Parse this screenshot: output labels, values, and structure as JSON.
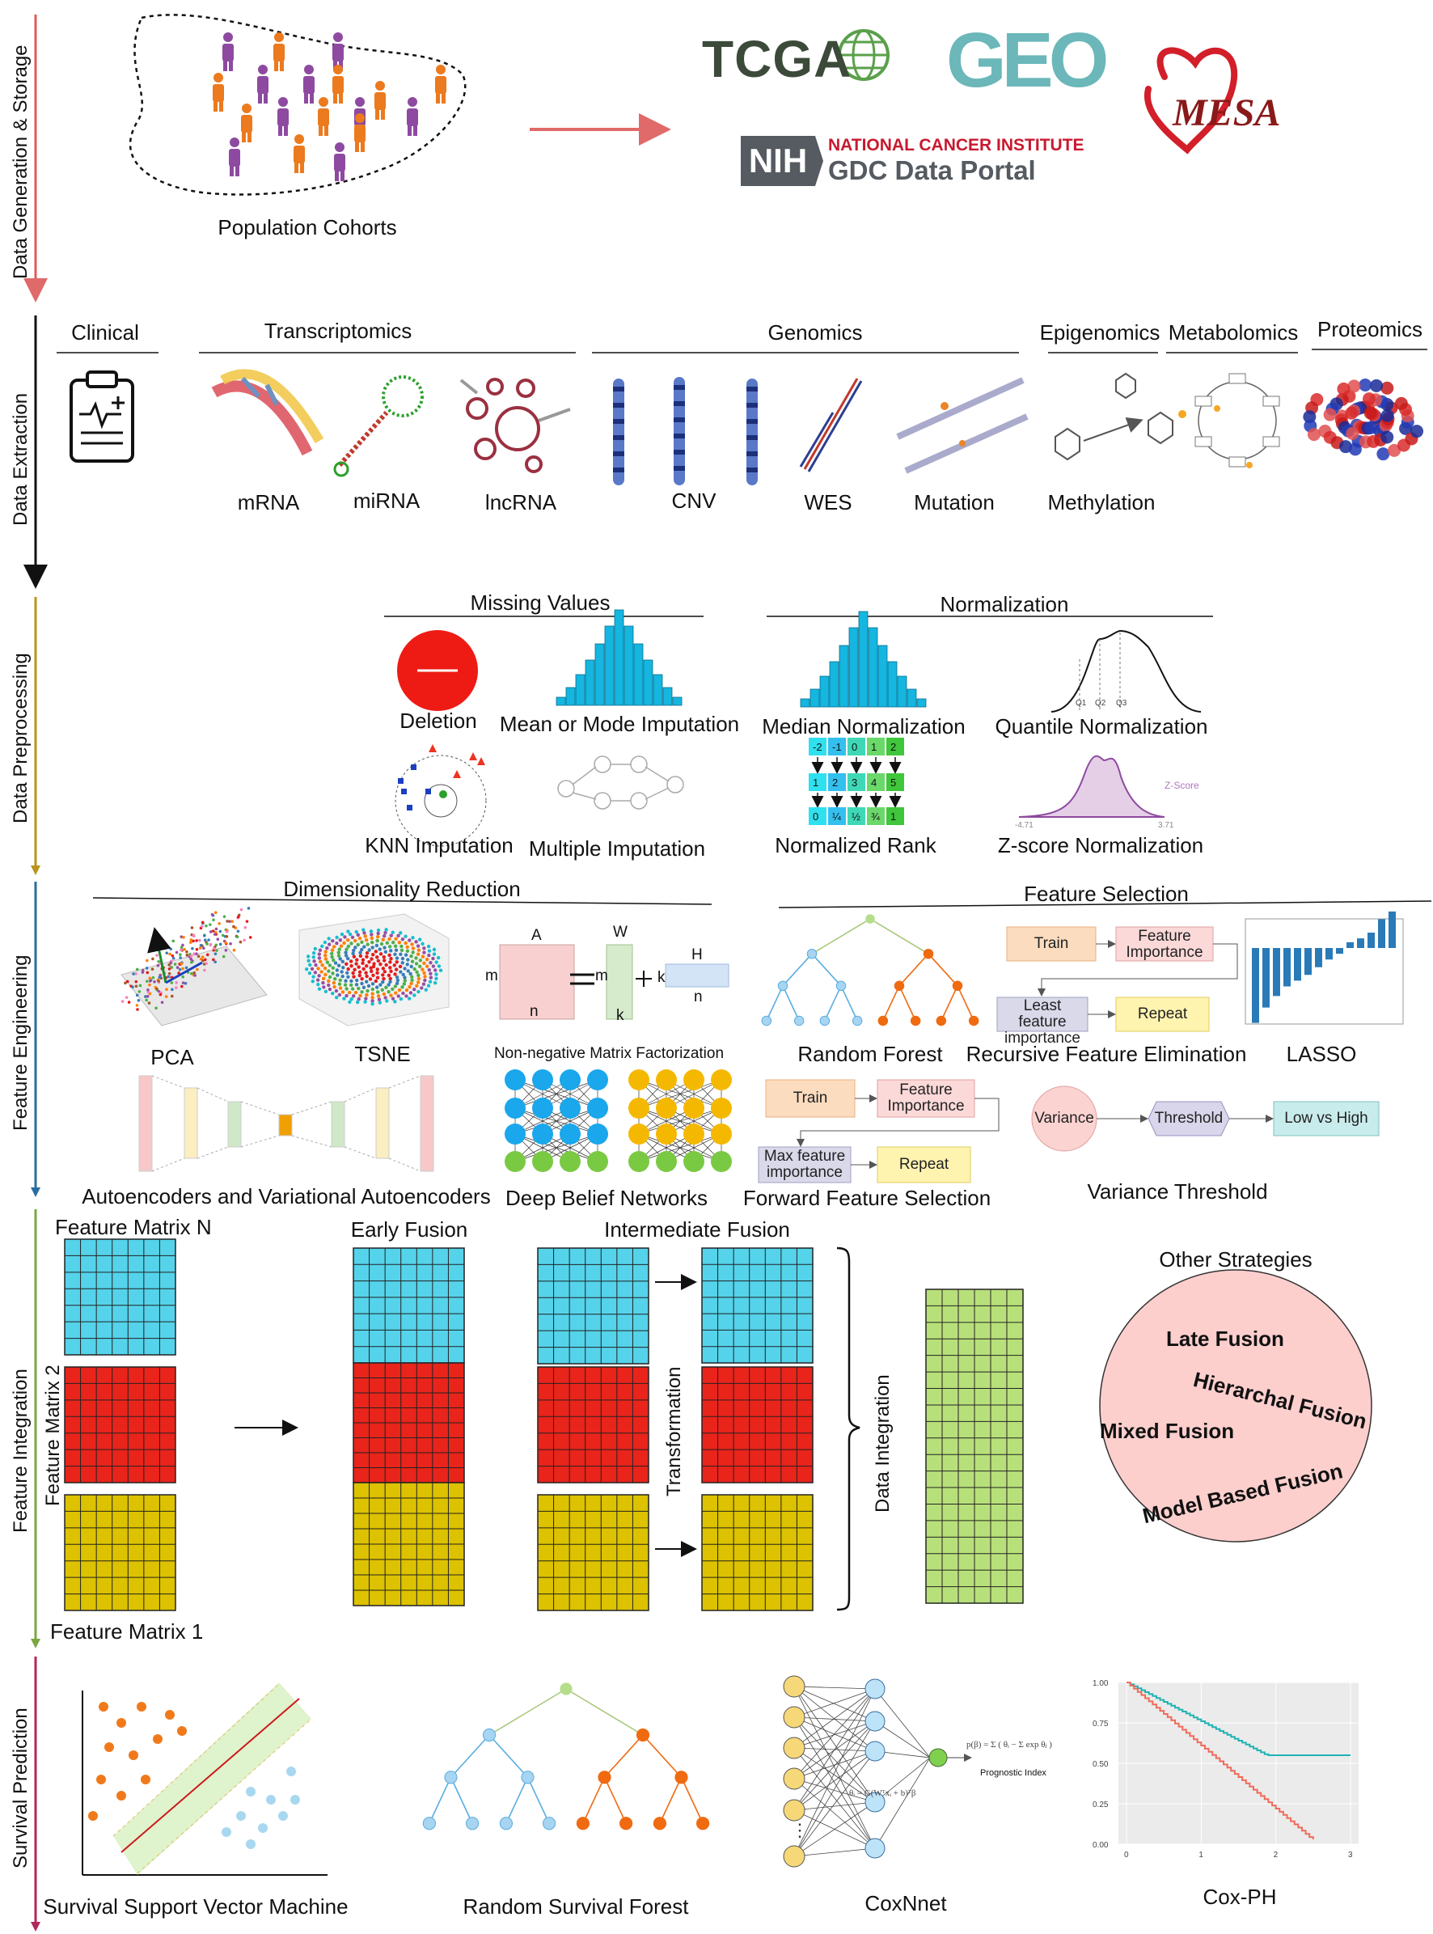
{
  "stages": {
    "s1": "Data Generation & Storage",
    "s2": "Data Extraction",
    "s3": "Data Preprocessing",
    "s4": "Feature Engineering",
    "s5": "Feature Integration",
    "s6": "Survival Prediction"
  },
  "generation": {
    "cohorts_label": "Population Cohorts",
    "logos": {
      "tcga": "TCGA",
      "geo": "GEO",
      "mesa": "MESA",
      "nih": "NIH",
      "nci_line1": "NATIONAL CANCER INSTITUTE",
      "nci_line2": "GDC Data Portal"
    }
  },
  "extraction": {
    "clinical": "Clinical",
    "transcriptomics": "Transcriptomics",
    "genomics": "Genomics",
    "epigenomics": "Epigenomics",
    "metabolomics": "Metabolomics",
    "proteomics": "Proteomics",
    "mrna": "mRNA",
    "mirna": "miRNA",
    "lncrna": "lncRNA",
    "cnv": "CNV",
    "wes": "WES",
    "mutation": "Mutation",
    "methylation": "Methylation"
  },
  "preprocessing": {
    "missing_values": "Missing Values",
    "normalization": "Normalization",
    "deletion": "Deletion",
    "mean_mode": "Mean or Mode Imputation",
    "median_norm": "Median Normalization",
    "quantile_norm": "Quantile Normalization",
    "knn": "KNN Imputation",
    "multiple": "Multiple Imputation",
    "normalized_rank": "Normalized Rank",
    "zscore_norm": "Z-score Normalization",
    "quantile_ticks": [
      "Q1",
      "Q2",
      "Q3"
    ],
    "zscore_label": "Z-Score",
    "zscore_left": "-4.71",
    "zscore_right": "3.71",
    "rank_rows": [
      [
        "-2",
        "-1",
        "0",
        "1",
        "2"
      ],
      [
        "1",
        "2",
        "3",
        "4",
        "5"
      ],
      [
        "0",
        "¼",
        "½",
        "¾",
        "1"
      ]
    ]
  },
  "engineering": {
    "dim_reduction": "Dimensionality Reduction",
    "feature_selection": "Feature Selection",
    "pca": "PCA",
    "tsne": "TSNE",
    "nmf": "Non-negative Matrix Factorization",
    "nmf_letters": {
      "a": "A",
      "w": "W",
      "h": "H",
      "m1": "m",
      "m2": "m",
      "n1": "n",
      "n2": "n",
      "k1": "k",
      "k2": "k"
    },
    "autoencoders": "Autoencoders and Variational Autoencoders",
    "dbn": "Deep Belief Networks",
    "random_forest": "Random Forest",
    "rfe": "Recursive Feature Elimination",
    "lasso": "LASSO",
    "ffs": "Forward Feature Selection",
    "variance_threshold": "Variance Threshold",
    "rfe_boxes": {
      "train": "Train",
      "importance": "Feature Importance",
      "least": "Least feature importance",
      "repeat": "Repeat"
    },
    "ffs_boxes": {
      "train": "Train",
      "importance": "Feature Importance",
      "max": "Max feature importance",
      "repeat": "Repeat"
    },
    "vt_boxes": {
      "variance": "Variance",
      "threshold": "Threshold",
      "lowhigh": "Low vs High"
    },
    "lasso_values": [
      -0.78,
      -0.62,
      -0.5,
      -0.4,
      -0.34,
      -0.28,
      -0.2,
      -0.12,
      -0.06,
      0.06,
      0.1,
      0.16,
      0.3,
      0.38
    ]
  },
  "integration": {
    "matrix_n": "Feature Matrix N",
    "matrix_2": "Feature Matrix 2",
    "matrix_1": "Feature Matrix 1",
    "early": "Early Fusion",
    "intermediate": "Intermediate Fusion",
    "transformation": "Transformation",
    "data_integration": "Data Integration",
    "other": "Other Strategies",
    "late": "Late Fusion",
    "hierarchical": "Hierarchal Fusion",
    "mixed": "Mixed Fusion",
    "model_based": "Model Based Fusion"
  },
  "survival": {
    "ssvm": "Survival Support Vector Machine",
    "rsf": "Random Survival Forest",
    "coxnnet": "CoxNnet",
    "coxph": "Cox-PH",
    "prognostic": "Prognostic Index",
    "km_y_ticks": [
      "1.00",
      "0.75",
      "0.50",
      "0.25",
      "0.00"
    ],
    "km_x_ticks": [
      "0",
      "1",
      "2",
      "3"
    ]
  },
  "colors": {
    "cyan": "#55d3ea",
    "red": "#e8241b",
    "yellow": "#dcc200",
    "green": "#b8e07a",
    "purple": "#8e4aa0",
    "orange": "#ec7a1e",
    "axis_s1": "#e05a5a",
    "axis_s3": "#b8951a",
    "axis_s4": "#2a6ea0",
    "axis_s5": "#7ba640",
    "axis_s6": "#b0275a"
  }
}
